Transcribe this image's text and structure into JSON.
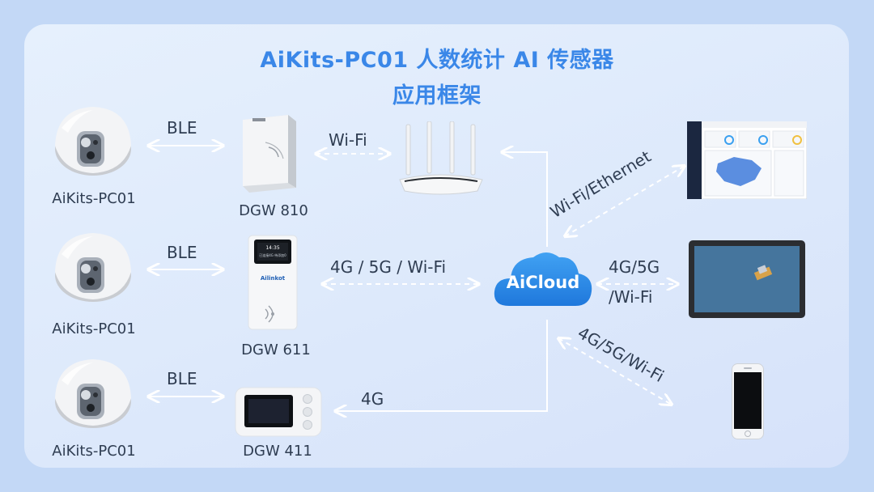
{
  "title": {
    "line1": "AiKits-PC01 人数统计 AI 传感器",
    "line2": "应用框架"
  },
  "sensors": [
    {
      "label": "AiKits-PC01"
    },
    {
      "label": "AiKits-PC01"
    },
    {
      "label": "AiKits-PC01"
    }
  ],
  "gateways": [
    {
      "label": "DGW 810"
    },
    {
      "label": "DGW 611"
    },
    {
      "label": "DGW 411"
    }
  ],
  "gateway_screen": {
    "line1": "14:35",
    "line2": "已连接4G  待添加0",
    "brand": "Ailinkot"
  },
  "connections": {
    "ble_1": "BLE",
    "ble_2": "BLE",
    "ble_3": "BLE",
    "wifi": "Wi-Fi",
    "cellular_wifi": "4G / 5G / Wi-Fi",
    "cellular": "4G",
    "wifi_ethernet": "Wi-Fi/Ethernet",
    "tablet_link_1": "4G/5G",
    "tablet_link_2": "/Wi-Fi",
    "phone_link": "4G/5G/Wi-Fi"
  },
  "cloud": {
    "label": "AiCloud"
  },
  "colors": {
    "title": "#3a87e8",
    "cloud": "#2f8be6",
    "label": "#2f3d52",
    "background": "#c3d8f6"
  }
}
